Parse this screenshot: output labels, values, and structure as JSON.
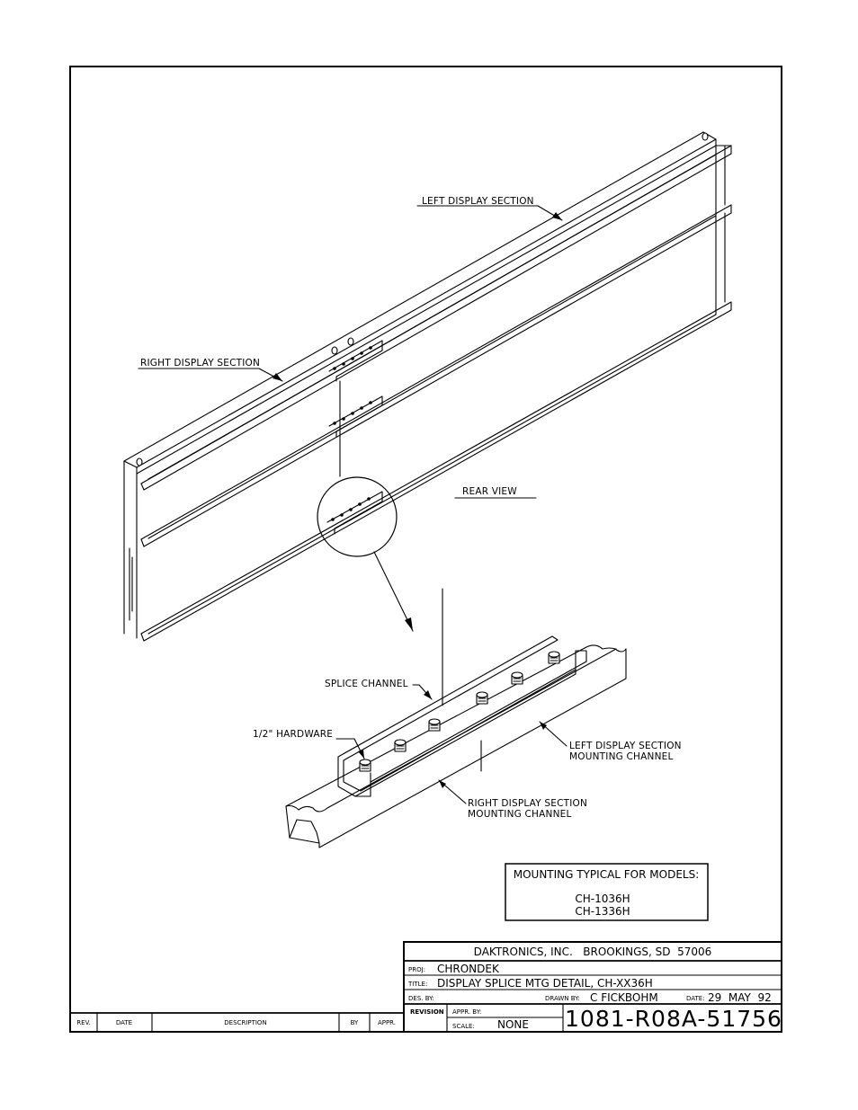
{
  "labels": {
    "left_display_section": "LEFT DISPLAY SECTION",
    "right_display_section": "RIGHT DISPLAY SECTION",
    "rear_view": "REAR VIEW",
    "splice_channel": "SPLICE CHANNEL",
    "hardware": "1/2\" HARDWARE",
    "left_mounting_1": "LEFT DISPLAY SECTION",
    "left_mounting_2": "MOUNTING CHANNEL",
    "right_mounting_1": "RIGHT DISPLAY SECTION",
    "right_mounting_2": "MOUNTING CHANNEL"
  },
  "models_box": {
    "heading": "MOUNTING TYPICAL FOR MODELS:",
    "models": [
      "CH-1036H",
      "CH-1336H"
    ]
  },
  "title_block": {
    "company": "DAKTRONICS, INC.   BROOKINGS, SD  57006",
    "proj_label": "PROJ:",
    "proj": "CHRONDEK",
    "title_label": "TITLE:",
    "title": "DISPLAY SPLICE MTG DETAIL, CH-XX36H",
    "des_by_label": "DES. BY:",
    "drawn_by_label": "DRAWN BY:",
    "drawn_by": "C FICKBOHM",
    "date_label": "DATE:",
    "date": "29  MAY  92",
    "revision_label": "REVISION",
    "appr_by_label": "APPR. BY:",
    "scale_label": "SCALE:",
    "scale": "NONE",
    "drawing_number": "1081-R08A-51756"
  },
  "revision_table": {
    "columns": [
      "REV.",
      "DATE",
      "DESCRIPTION",
      "BY",
      "APPR."
    ]
  }
}
